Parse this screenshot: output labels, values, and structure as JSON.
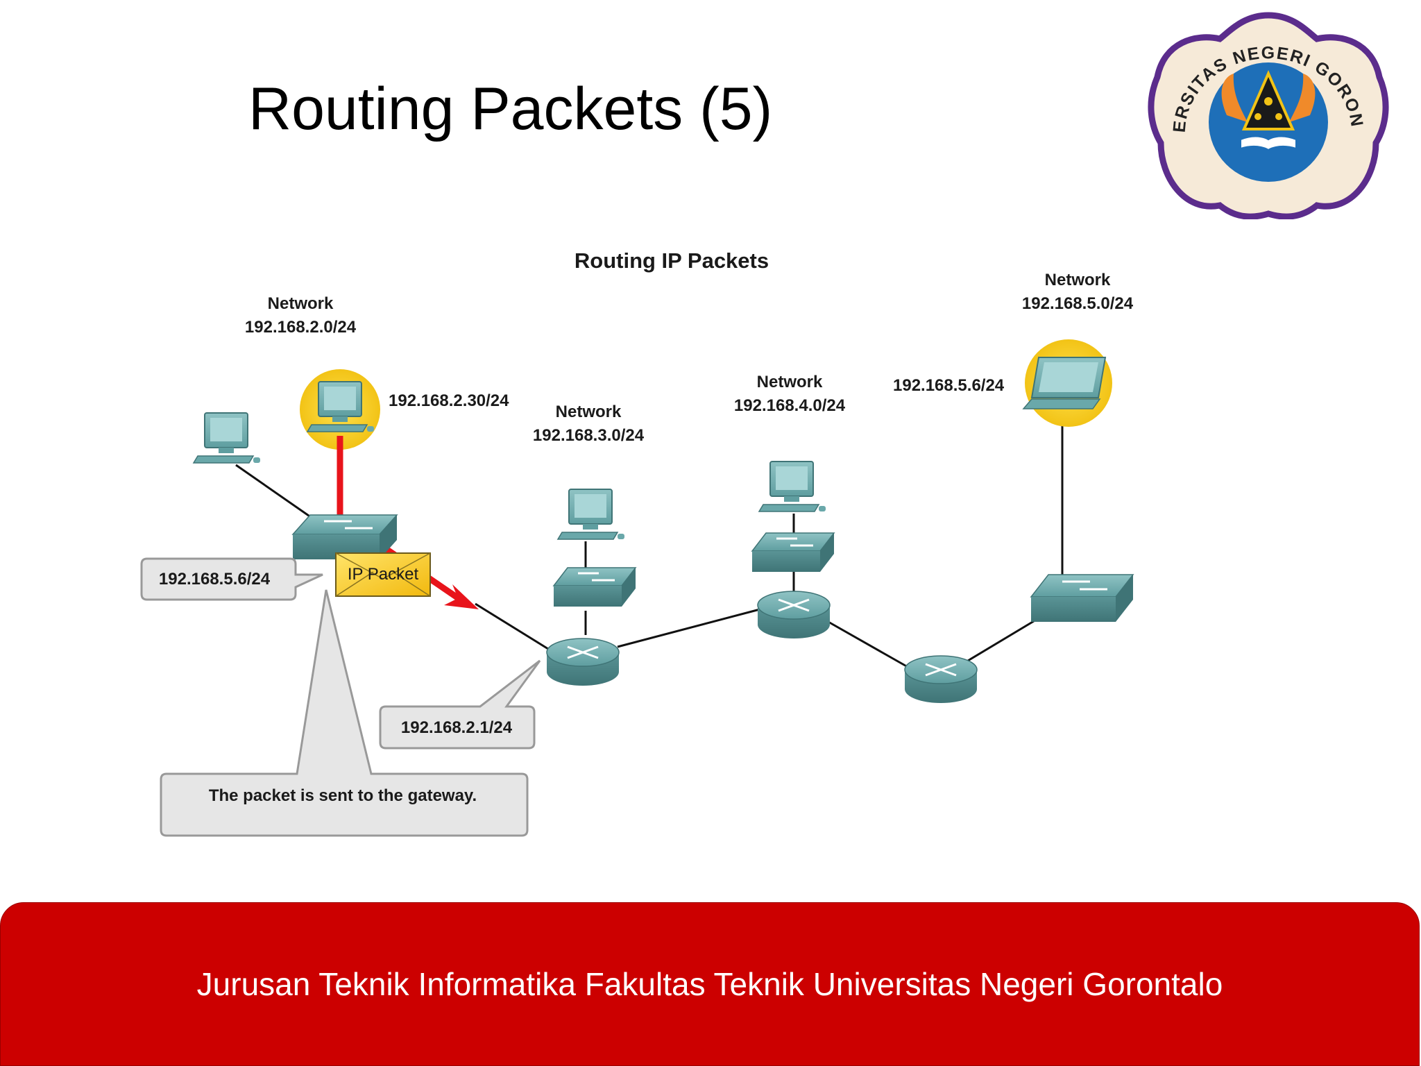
{
  "slide": {
    "title": "Routing Packets (5)",
    "footer": "Jurusan Teknik Informatika Fakultas Teknik Universitas Negeri Gorontalo"
  },
  "logo": {
    "ring_text": "UNIVERSITAS NEGERI GORONTALO",
    "border_color": "#5b2c8c",
    "inner_color": "#1e6fb8"
  },
  "diagram": {
    "title": "Routing IP Packets",
    "networks": [
      {
        "label": "Network",
        "cidr": "192.168.2.0/24"
      },
      {
        "label": "Network",
        "cidr": "192.168.3.0/24"
      },
      {
        "label": "Network",
        "cidr": "192.168.4.0/24"
      },
      {
        "label": "Network",
        "cidr": "192.168.5.0/24"
      }
    ],
    "hosts": {
      "source_ip": "192.168.2.30/24",
      "destination_ip": "192.168.5.6/24"
    },
    "packet": {
      "label": "IP Packet",
      "callout_destination": "192.168.5.6/24"
    },
    "gateway": {
      "ip": "192.168.2.1/24"
    },
    "note": "The packet is sent to the gateway.",
    "colors": {
      "device": "#5f9ea0",
      "highlight": "#f2c316",
      "path": "#e8141b",
      "packet": "#f7d21f",
      "callout": "#e6e6e6"
    }
  }
}
